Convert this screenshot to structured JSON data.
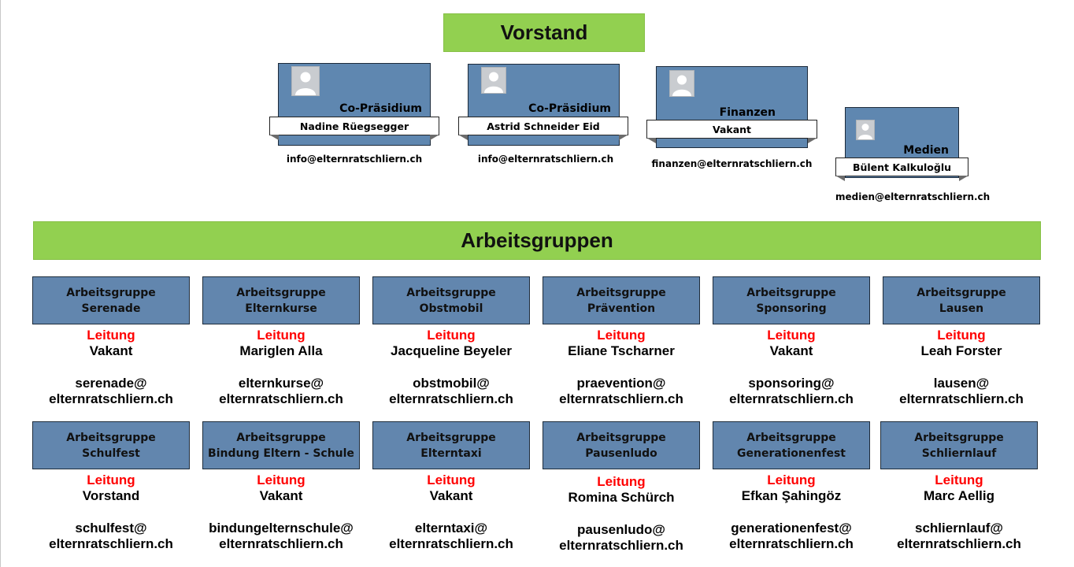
{
  "vorstand": {
    "title": "Vorstand",
    "members": [
      {
        "role": "Co-Präsidium",
        "name": "Nadine Rüegsegger",
        "email": "info@elternratschliern.ch"
      },
      {
        "role": "Co-Präsidium",
        "name": "Astrid Schneider Eid",
        "email": "info@elternratschliern.ch"
      },
      {
        "role": "Finanzen",
        "name": "Vakant",
        "email": "finanzen@elternratschliern.ch"
      },
      {
        "role": "Medien",
        "name": "Bülent Kalkuloğlu",
        "email": "medien@elternratschliern.ch"
      }
    ],
    "avatar_icon": "person-silhouette-icon"
  },
  "arbeitsgruppen": {
    "title": "Arbeitsgruppen",
    "lead_label": "Leitung",
    "groups": [
      {
        "line1": "Arbeitsgruppe",
        "line2": "Serenade",
        "leader": "Vakant",
        "email_user": "serenade@",
        "email_domain": "elternratschliern.ch"
      },
      {
        "line1": "Arbeitsgruppe",
        "line2": "Elternkurse",
        "leader": "Mariglen Alla",
        "email_user": "elternkurse@",
        "email_domain": "elternratschliern.ch"
      },
      {
        "line1": "Arbeitsgruppe",
        "line2": "Obstmobil",
        "leader": "Jacqueline Beyeler",
        "email_user": "obstmobil@",
        "email_domain": "elternratschliern.ch"
      },
      {
        "line1": "Arbeitsgruppe",
        "line2": "Prävention",
        "leader": "Eliane Tscharner",
        "email_user": "praevention@",
        "email_domain": "elternratschliern.ch"
      },
      {
        "line1": "Arbeitsgruppe",
        "line2": "Sponsoring",
        "leader": "Vakant",
        "email_user": "sponsoring@",
        "email_domain": "elternratschliern.ch"
      },
      {
        "line1": "Arbeitsgruppe",
        "line2": "Lausen",
        "leader": "Leah Forster",
        "email_user": "lausen@",
        "email_domain": "elternratschliern.ch"
      },
      {
        "line1": "Arbeitsgruppe",
        "line2": "Schulfest",
        "leader": "Vorstand",
        "email_user": "schulfest@",
        "email_domain": "elternratschliern.ch"
      },
      {
        "line1": "Arbeitsgruppe",
        "line2": "Bindung Eltern - Schule",
        "leader": "Vakant",
        "email_user": "bindungelternschule@",
        "email_domain": "elternratschliern.ch"
      },
      {
        "line1": "Arbeitsgruppe",
        "line2": "Elterntaxi",
        "leader": "Vakant",
        "email_user": "elterntaxi@",
        "email_domain": "elternratschliern.ch"
      },
      {
        "line1": "Arbeitsgruppe",
        "line2": "Pausenludo",
        "leader": "Romina Schürch",
        "email_user": "pausenludo@",
        "email_domain": "elternratschliern.ch"
      },
      {
        "line1": "Arbeitsgruppe",
        "line2": "Generationenfest",
        "leader": "Efkan Şahingöz",
        "email_user": "generationenfest@",
        "email_domain": "elternratschliern.ch"
      },
      {
        "line1": "Arbeitsgruppe",
        "line2": "Schliernlauf",
        "leader": "Marc Aellig",
        "email_user": "schliernlauf@",
        "email_domain": "elternratschliern.ch"
      }
    ]
  },
  "colors": {
    "banner_green": "#92d050",
    "box_blue": "#6286ae",
    "lead_red": "#ff0000"
  }
}
